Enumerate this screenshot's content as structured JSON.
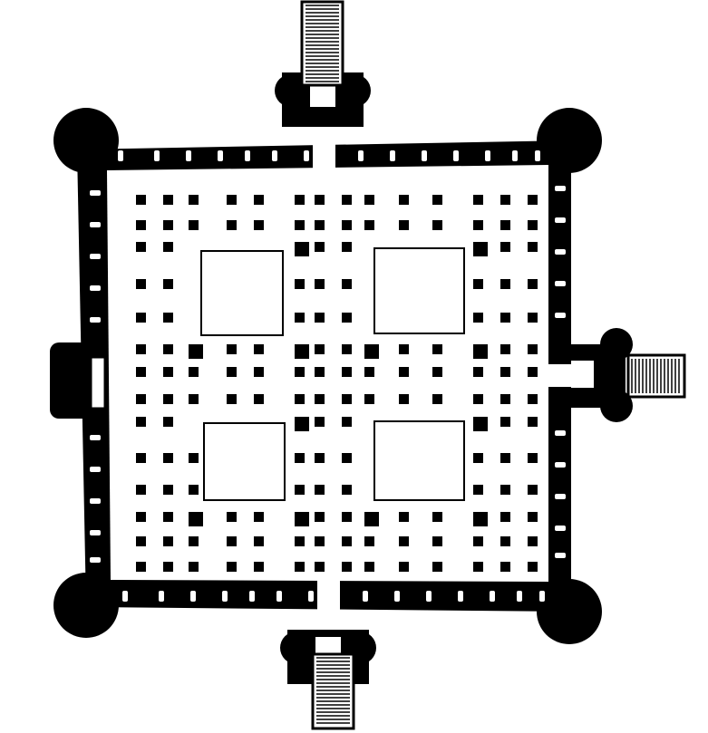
{
  "colors": {
    "ink": "#000000",
    "paper": "#ffffff"
  },
  "plan": {
    "courtyard_count": 4,
    "corner_tower_count": 4,
    "stair_count": 3
  }
}
